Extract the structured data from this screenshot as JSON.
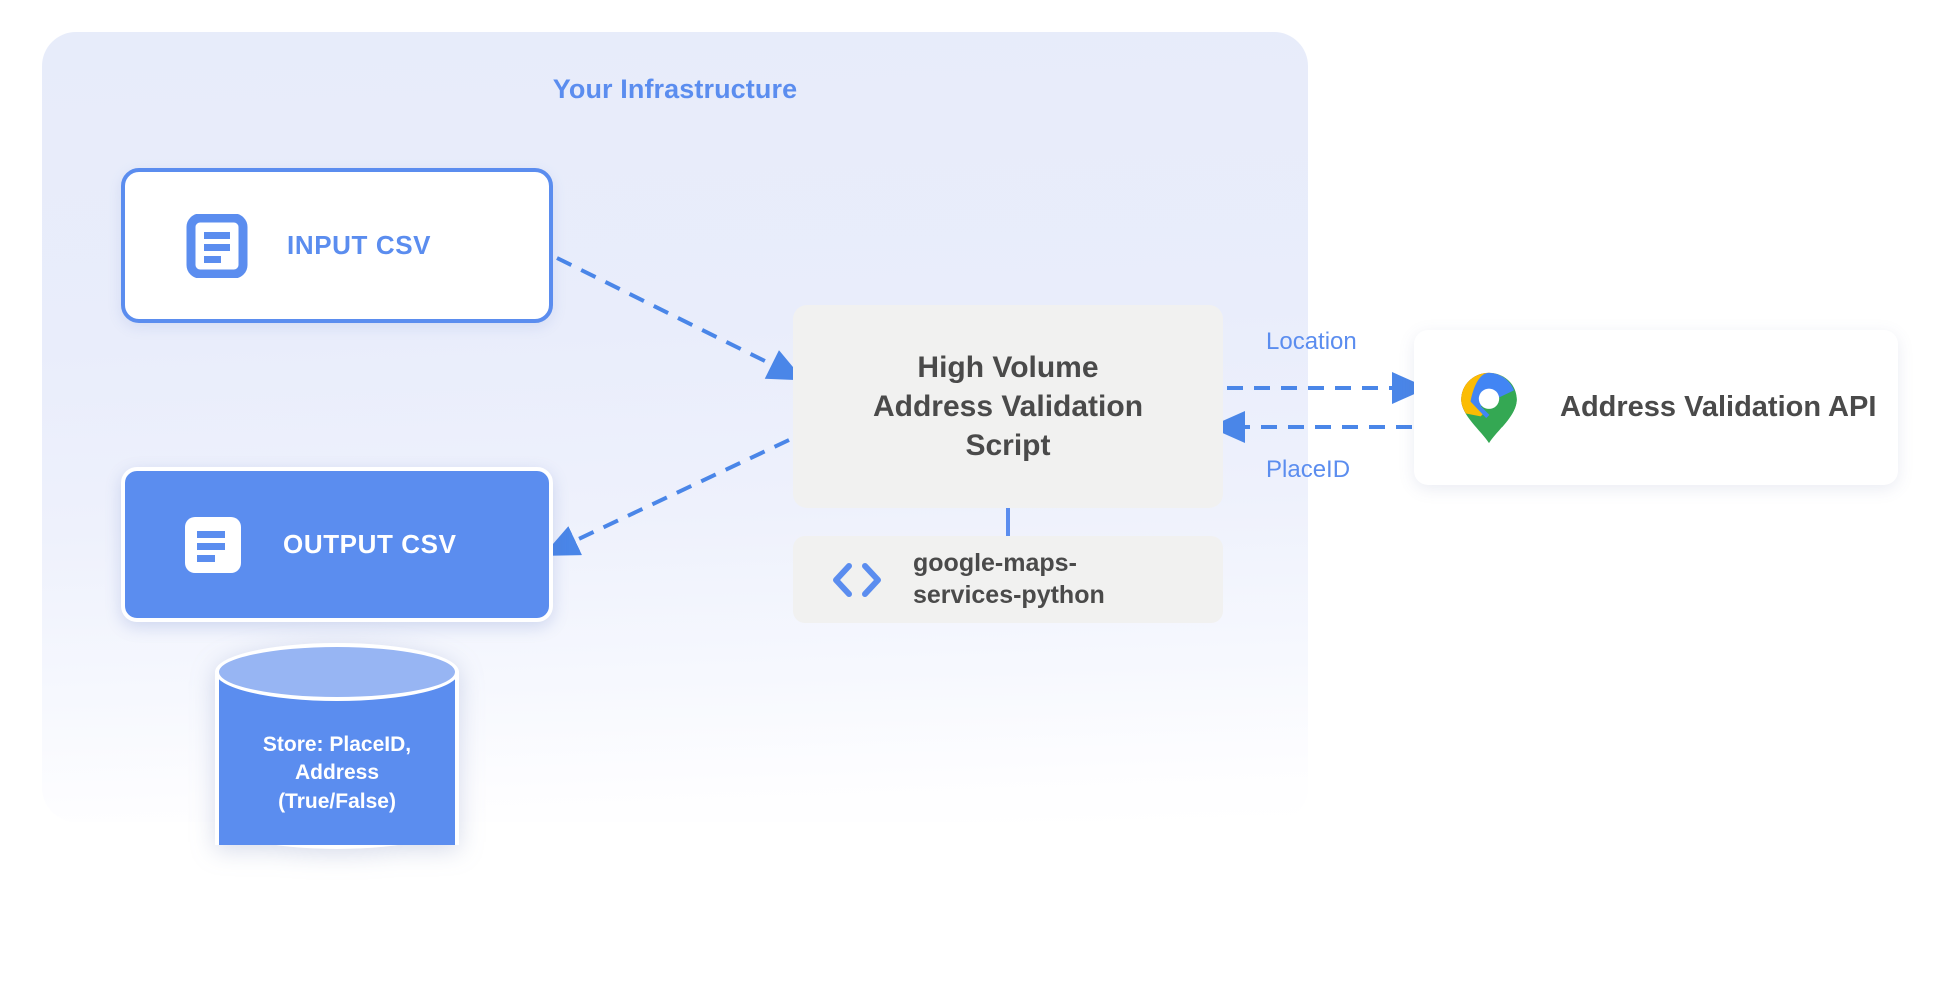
{
  "diagram": {
    "title": "Your Infrastructure",
    "accent_blue": "#5b8def",
    "panel_bg": "#e8edfb",
    "box_gray": "#f1f1f0",
    "text_gray": "#4a4a4a"
  },
  "nodes": {
    "input_csv": {
      "label": "INPUT CSV",
      "icon": "document-icon"
    },
    "output_csv": {
      "label": "OUTPUT CSV",
      "icon": "document-icon"
    },
    "script": {
      "line1": "High Volume",
      "line2": "Address Validation",
      "line3": "Script"
    },
    "library": {
      "line1": "google-maps-",
      "line2": "services-python",
      "icon": "code-brackets-icon"
    },
    "api": {
      "label": "Address Validation API",
      "icon": "google-maps-pin-icon"
    },
    "database": {
      "line1": "Store: PlaceID,",
      "line2": "Address",
      "line3": "(True/False)",
      "icon": "database-cylinder-icon"
    }
  },
  "edges": {
    "location_label": "Location",
    "placeid_label": "PlaceID"
  }
}
